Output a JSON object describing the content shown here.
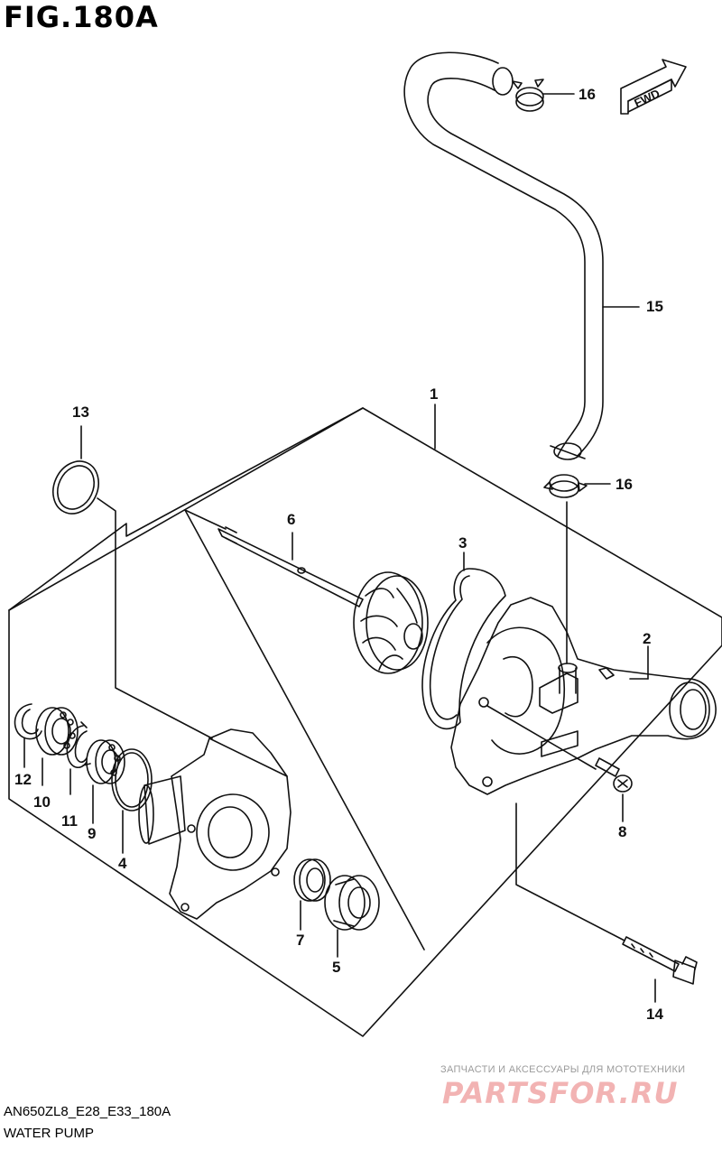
{
  "figure": {
    "title": "FIG.180A",
    "model_code": "AN650ZL8_E28_E33_180A",
    "name": "WATER PUMP",
    "fwd_label": "FWD"
  },
  "watermark": {
    "caption": "ЗАПЧАСТИ И АКСЕССУАРЫ ДЛЯ МОТОТЕХНИКИ",
    "brand": "PARTSFOR.RU"
  },
  "callouts": {
    "c1": "1",
    "c2": "2",
    "c3": "3",
    "c4": "4",
    "c5": "5",
    "c6": "6",
    "c7": "7",
    "c8": "8",
    "c9": "9",
    "c10": "10",
    "c11": "11",
    "c12": "12",
    "c13": "13",
    "c14": "14",
    "c15": "15",
    "c16a": "16",
    "c16b": "16"
  },
  "colors": {
    "ink": "#111111",
    "watermark_gray": "#9b9b9b",
    "watermark_red": "#f2b3b3"
  }
}
